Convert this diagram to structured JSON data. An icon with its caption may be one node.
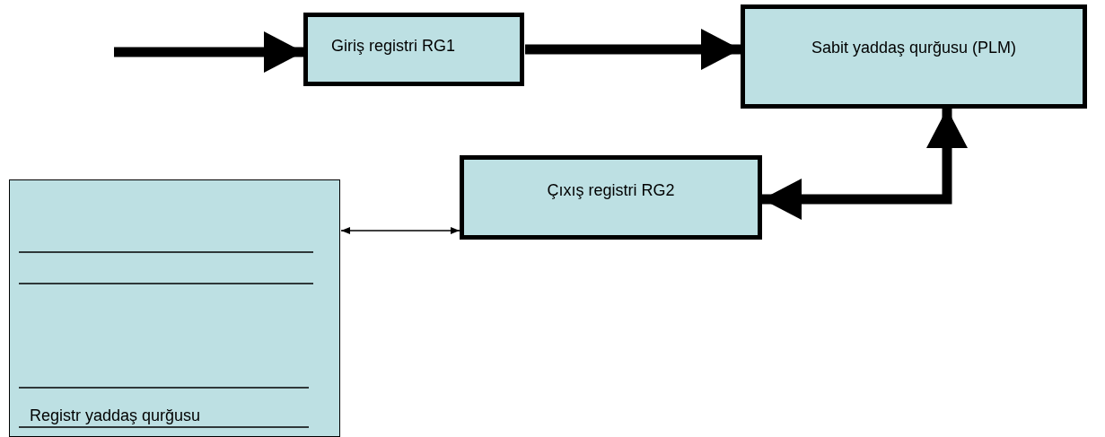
{
  "diagram": {
    "nodes": [
      {
        "text": [
          "Giriş registri RG1"
        ]
      },
      {
        "text": [
          "Sabit yaddaş qurğusu (PLM)"
        ]
      },
      {
        "text": [
          "Çıxış registri RG2"
        ]
      },
      {
        "text": [
          "Registr yaddaş qurğusu"
        ]
      }
    ],
    "edges": [
      {
        "from": null,
        "to": 0,
        "arrow": "to"
      },
      {
        "from": 0,
        "to": 1,
        "arrow": "to"
      },
      {
        "from": 1,
        "to": 2,
        "arrow": "both"
      },
      {
        "from": 3,
        "to": 2,
        "arrow": "both"
      }
    ]
  }
}
